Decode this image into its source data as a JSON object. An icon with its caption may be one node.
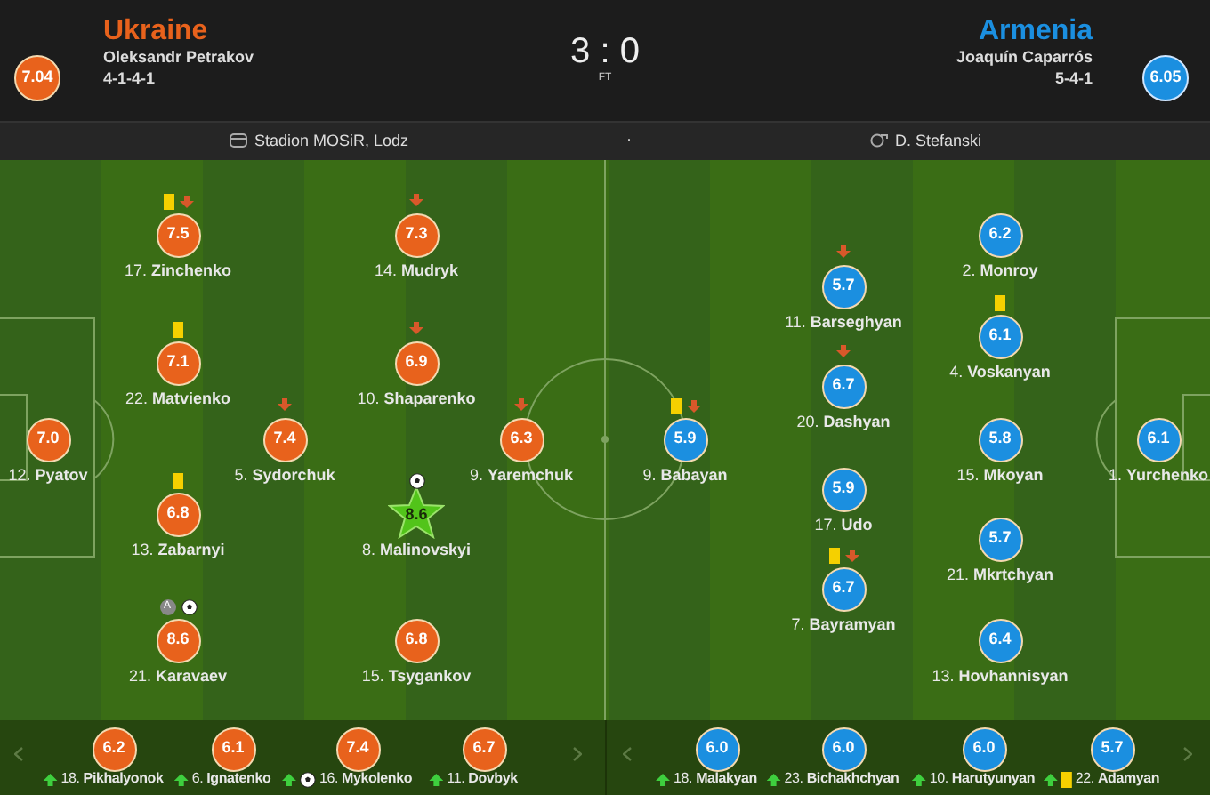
{
  "diagram": {
    "nodes": [
      {
        "text": [
          "7.04"
        ]
      },
      {
        "text": [
          "6.05"
        ]
      },
      {
        "text": [
          "7.5"
        ],
        "beside": [
          "17. **Zinchenko**"
        ]
      },
      {
        "text": [
          "7.3"
        ],
        "beside": [
          "14. **Mudryk**"
        ]
      },
      {
        "text": [
          "7.1"
        ],
        "beside": [
          "22. **Matvienko**"
        ]
      },
      {
        "text": [
          "6.9"
        ],
        "beside": [
          "10. **Shaparenko**"
        ]
      },
      {
        "text": [
          "7.0"
        ],
        "beside": [
          "12. **Pyatov**"
        ]
      },
      {
        "text": [
          "7.4"
        ],
        "beside": [
          "5. **Sydorchuk**"
        ]
      },
      {
        "text": [
          "6.3"
        ],
        "beside": [
          "9. **Yaremchuk**"
        ]
      },
      {
        "text": [
          "6.8"
        ],
        "beside": [
          "13. **Zabarnyi**"
        ]
      },
      {
        "text": [
          "8.6"
        ],
        "beside": [
          "8. **Malinovskyi**"
        ]
      },
      {
        "text": [
          "8.6"
        ],
        "beside": [
          "21. **Karavaev**"
        ]
      },
      {
        "text": [
          "6.8"
        ],
        "beside": [
          "15. **Tsygankov**"
        ]
      },
      {
        "text": [
          "6.2"
        ],
        "beside": [
          "2. **Monroy**"
        ]
      },
      {
        "text": [
          "5.7"
        ],
        "beside": [
          "11. **Barseghyan**"
        ]
      },
      {
        "text": [
          "6.1"
        ],
        "beside": [
          "4. **Voskanyan**"
        ]
      },
      {
        "text": [
          "6.7"
        ],
        "beside": [
          "20. **Dashyan**"
        ]
      },
      {
        "text": [
          "5.9"
        ],
        "beside": [
          "9. **Babayan**"
        ]
      },
      {
        "text": [
          "5.8"
        ],
        "beside": [
          "15. **Mkoyan**"
        ]
      },
      {
        "text": [
          "6.1"
        ],
        "beside": [
          "1. **Yurchenko**"
        ]
      },
      {
        "text": [
          "5.9"
        ],
        "beside": [
          "17. **Udo**"
        ]
      },
      {
        "text": [
          "5.7"
        ],
        "beside": [
          "21. **Mkrtchyan**"
        ]
      },
      {
        "text": [
          "6.7"
        ],
        "beside": [
          "7. **Bayramyan**"
        ]
      },
      {
        "text": [
          "6.4"
        ],
        "beside": [
          "13. **Hovhannisyan**"
        ]
      },
      {
        "text": [
          "6.2"
        ],
        "beside": [
          "18. **Pikhalyonok**"
        ]
      },
      {
        "text": [
          "6.1"
        ],
        "beside": [
          "6. **Ignatenko**"
        ]
      },
      {
        "text": [
          "7.4"
        ],
        "beside": [
          "16. **Mykolenko**"
        ]
      },
      {
        "text": [
          "6.7"
        ],
        "beside": [
          "11. **Dovbyk**"
        ]
      },
      {
        "text": [
          "6.0"
        ],
        "beside": [
          "18. **Malakyan**"
        ]
      },
      {
        "text": [
          "6.0"
        ],
        "beside": [
          "23. **Bichakhchyan**"
        ]
      },
      {
        "text": [
          "6.0"
        ],
        "beside": [
          "10. **Harutyunyan**"
        ]
      },
      {
        "text": [
          "5.7"
        ],
        "beside": [
          "22. **Adamyan**"
        ]
      }
    ],
    "labels": [
      "Ukraine",
      "Oleksandr Petrakov",
      "4-1-4-1",
      "3 : 0",
      "FT",
      "Armenia",
      "Joaquín Caparrós",
      "5-4-1",
      "Stadion MOSiR, Lodz",
      "·",
      "D. Stefanski",
      "A"
    ]
  }
}
